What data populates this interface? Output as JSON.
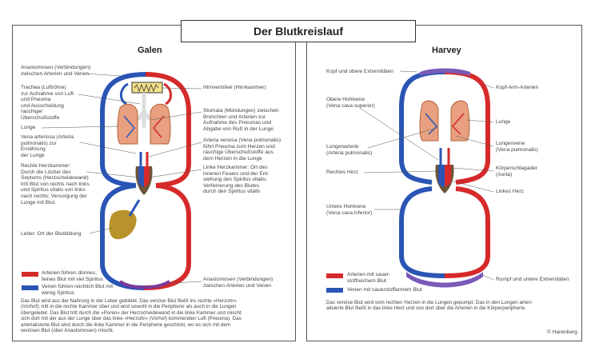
{
  "title": "Der Blutkreislauf",
  "galen": {
    "header": "Galen",
    "labels": {
      "anastomosen_top": "Anastomosen (Verbindungen)\nzwischen Arterien und Venen",
      "trachea": "Trachea (Luftröhre)\nzur Aufnahme von Luft\nund Pneuma\nund Ausscheidung\nrauchiger\nÜberschußstoffe",
      "lunge": "Lunge",
      "vena_arteriosa": "Vena arteriosa (Arteria\npulmonalis) zur\nErnährung\nder Lunge",
      "rechte_herzkammer": "Rechte Herzkammer:\nDurch die Löcher des\nSeptums (Herzscheidewand)\ntritt Blut von rechts nach links\nund Spiritus vitalis von links\nnach rechts; Versorgung der\nLunge mit Blut.",
      "leber": "Leber: Ort der Blutbildung",
      "hirnventrikel": "Hirnventrikel (Hirnkammer)",
      "stomata": "Stomata (Mündungen) zwischen\nBronchien und Arterien zur\nAufnahme des Pneumas und\nAbgabe von Ruß in der Lunge",
      "arteria_venosa": "Arteria venosa (Vena pulmonalis)\nführt Pneuma zum Herzen und\nrauchige Überschußstoffe aus\ndem Herzen in die Lunge",
      "linke_herzkammer": "Linke Herzkammer: Ort des\ninneren Feuers und der Ent-\nstehung des Spiritus vitalis;\nVerfeinerung des Blutes\ndurch den Spiritus vitalis",
      "anastomosen_bottom": "Anastomosen (Verbindungen)\nzwischen Arterien und Venen"
    },
    "legend_red": "Arterien führen dünnes,\nfeines Blut mit viel Spiritus",
    "legend_blue": "Venen führen reichlich Blut mit\nwenig Spiritus",
    "caption": "Das Blut wird aus der Nahrung in der Leber gebildet. Das venöse Blut fließt ins rechte »Herzohr«\n(Vorhof); tritt in die rechte Kammer über und wird sowohl in die Peripherie als auch in die Lungen\nübergeleitet. Das Blut tritt durch die »Poren« der Herzscheidewand in die linke Kammer und mischt\nsich dort mit der aus der Lunge über das linke »Herzohr« (Vorhof) kommenden Luft (Pneuma). Das\narterialisierte Blut wird durch die linke Kammer in die Peripherie geschickt, wo es sich mit dem\nvenösen Blut (über Anastomosen) mischt."
  },
  "harvey": {
    "header": "Harvey",
    "labels": {
      "kopf": "Kopf und obere Extremitäten",
      "obere_hohlvene": "Obere Hohlvene\n(Vena cava superior)",
      "lungenarterie": "Lungenarterie\n(Arteria pulmonalis)",
      "rechtes_herz": "Rechtes Herz",
      "untere_hohlvene": "Untere Hohlvene\n(Vena cava inferior)",
      "kopf_arm": "Kopf-Arm-Arterien",
      "lunge": "Lunge",
      "lungenvene": "Lungenvene\n(Vena pulmonalis)",
      "koerperschlagader": "Körperschlagader\n(Aorta)",
      "linkes_herz": "Linkes Herz",
      "rumpf": "Rumpf und untere Extremitäten"
    },
    "legend_red": "Arterien mit sauer-\nstoffreichem Blut",
    "legend_blue": "Venen mit sauerstoffarmem Blut",
    "caption": "Das venöse Blut wird vom rechten Herzen in die Lungen gepumpt. Das in den Lungen arteri-\nalisierte Blut fließt in das linke Herz und von dort über die Arterien in die Körperperipherie."
  },
  "copyright": "© Harenberg",
  "colors": {
    "artery": "#d62a2a",
    "vein": "#2a55b5",
    "lung": "#e8a080",
    "liver": "#b8922a"
  }
}
